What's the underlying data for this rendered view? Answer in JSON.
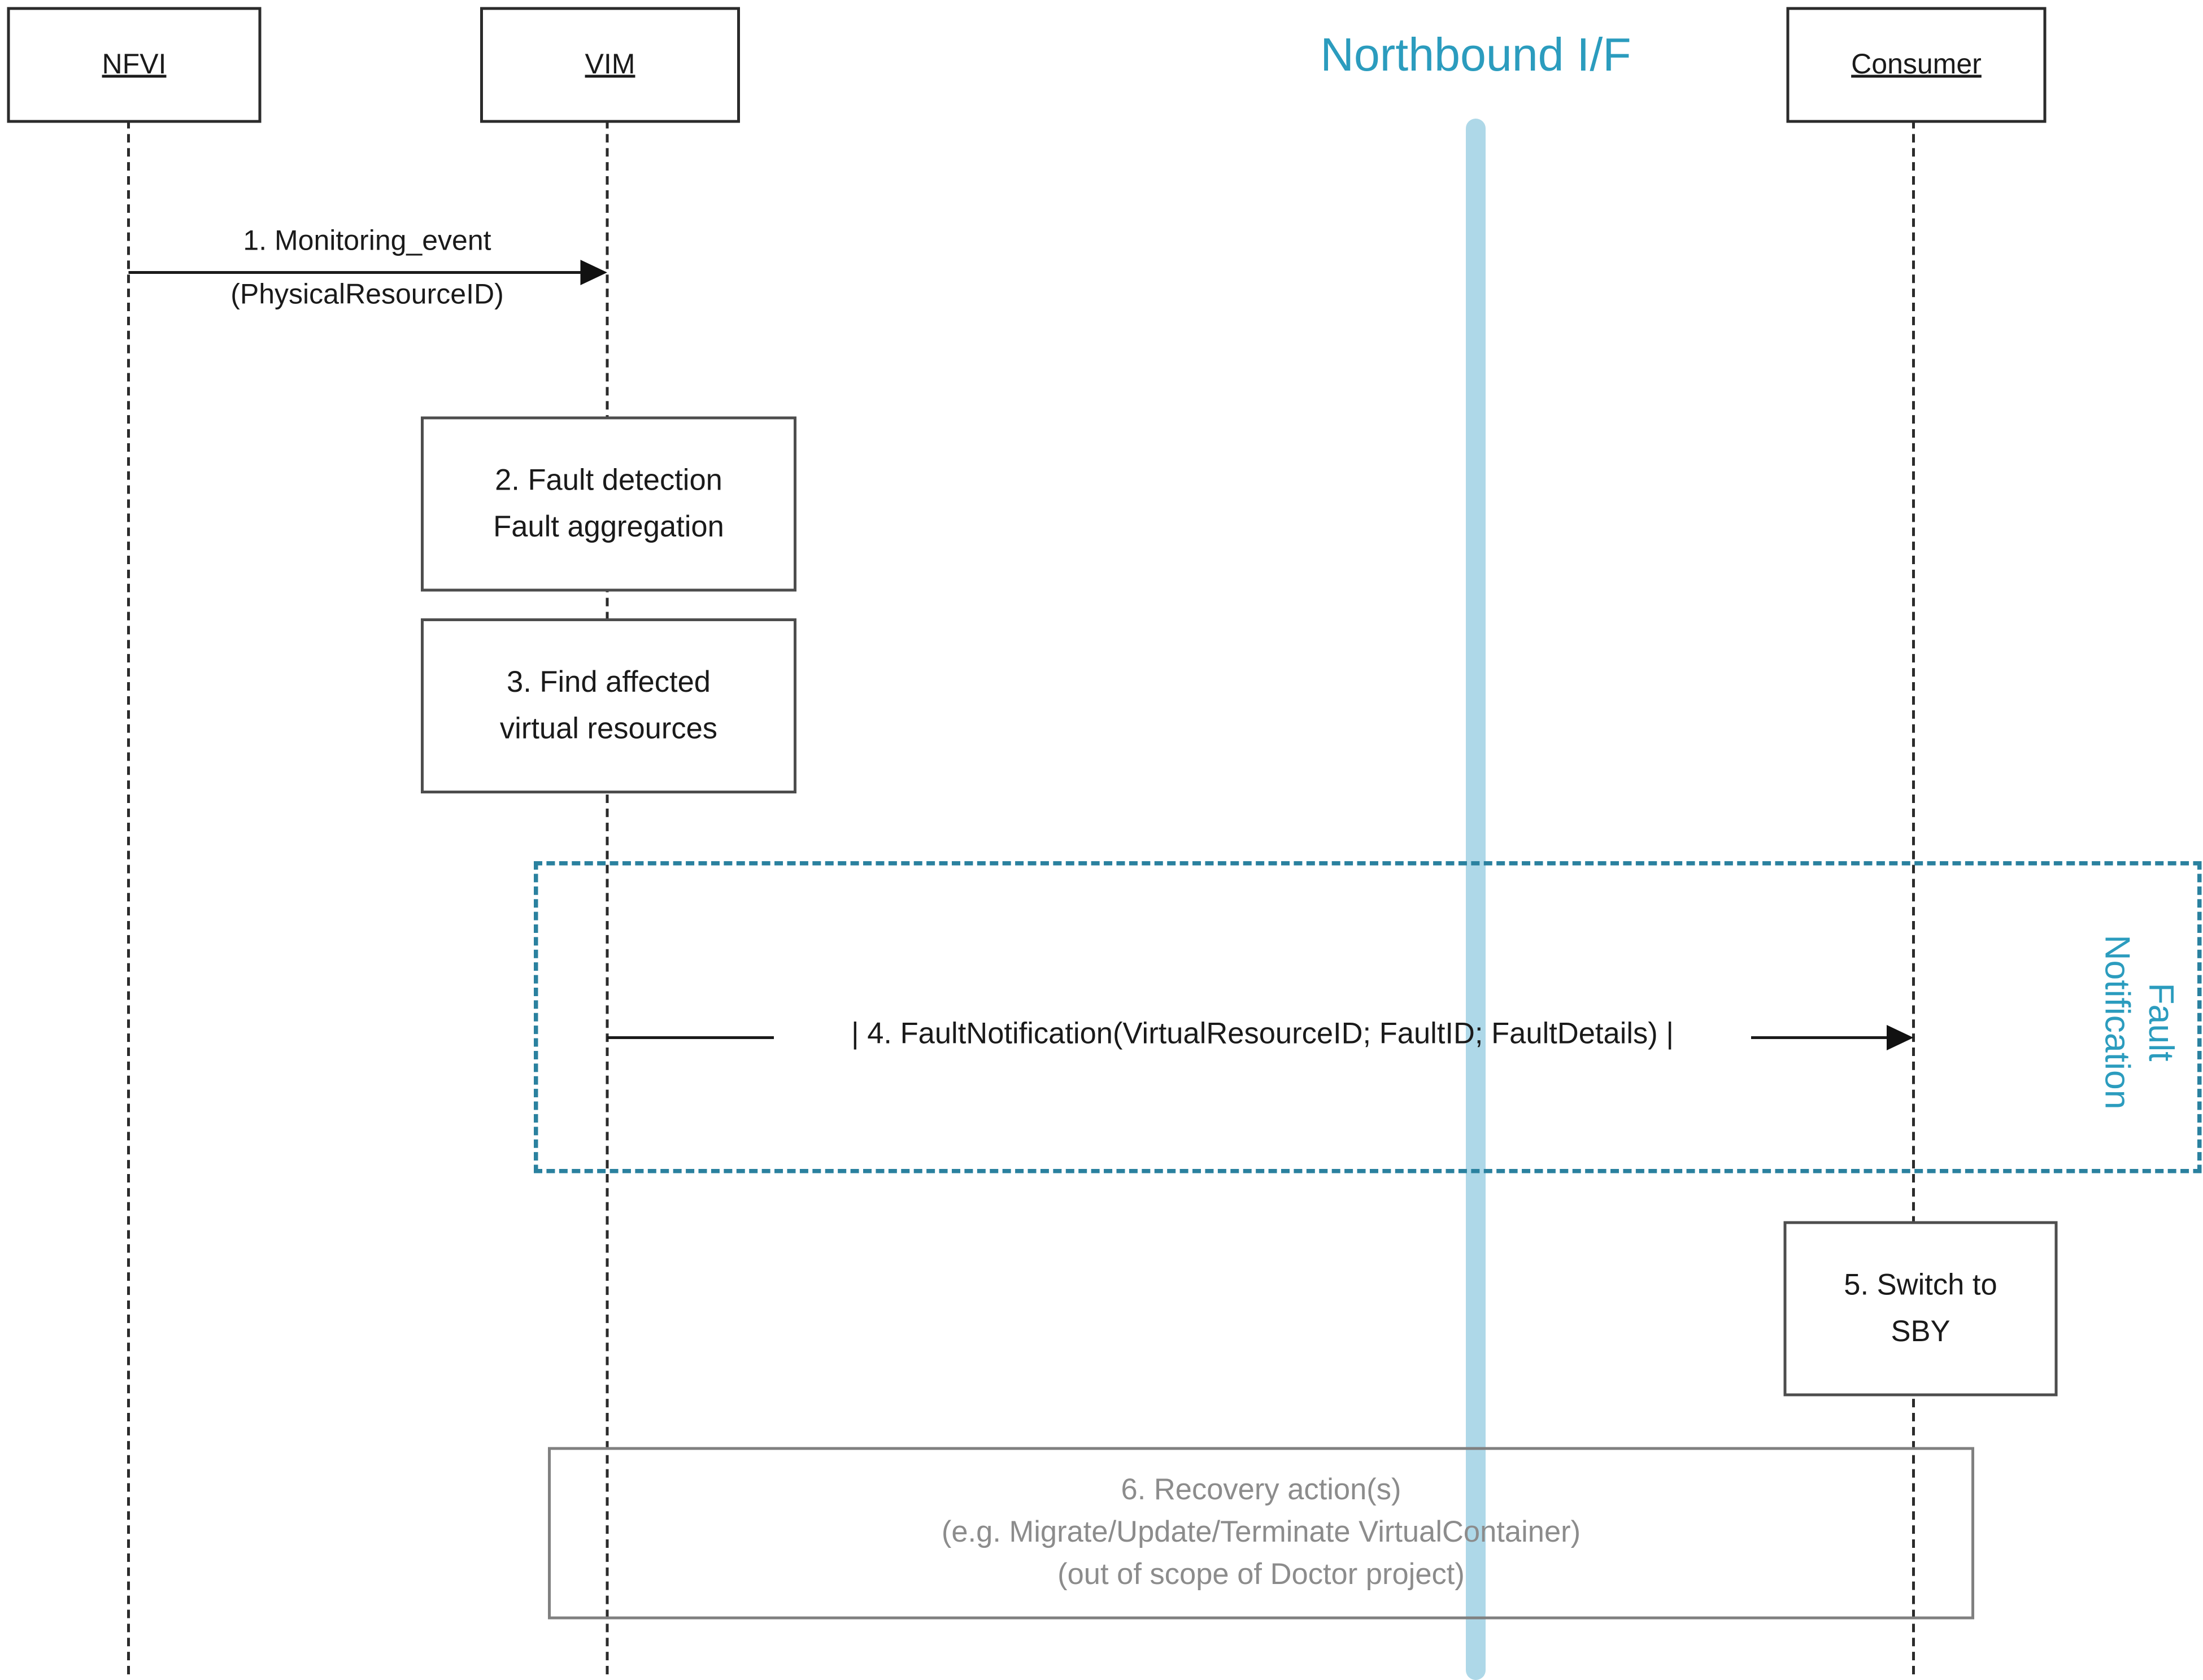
{
  "diagram": {
    "title": "Northbound I/F",
    "actors": [
      {
        "id": "nfvi",
        "label": "NFVI"
      },
      {
        "id": "vim",
        "label": "VIM"
      },
      {
        "id": "consumer",
        "label": "Consumer"
      }
    ],
    "messages": {
      "m1": {
        "line1": "1. Monitoring_event",
        "line2": "(PhysicalResourceID)"
      },
      "m4": {
        "label": "| 4. FaultNotification(VirtualResourceID; FaultID; FaultDetails) |"
      }
    },
    "steps": {
      "s2": {
        "line1": "2. Fault detection",
        "line2": "Fault aggregation"
      },
      "s3": {
        "line1": "3. Find affected",
        "line2": "virtual resources"
      },
      "s5": {
        "line1": "5. Switch to",
        "line2": "SBY"
      },
      "s6": {
        "line1": "6. Recovery action(s)",
        "line2": "(e.g. Migrate/Update/Terminate VirtualContainer)",
        "line3": "(out of scope of Doctor project)"
      }
    },
    "group": {
      "label_line1": "Fault",
      "label_line2": "Notification"
    },
    "colors": {
      "title_teal": "#2b9cbe",
      "band_blue": "#aed8e8",
      "group_border_teal": "#2a819f",
      "ghost_gray": "#8c8c8c",
      "line_black": "#1a1a1a"
    }
  }
}
